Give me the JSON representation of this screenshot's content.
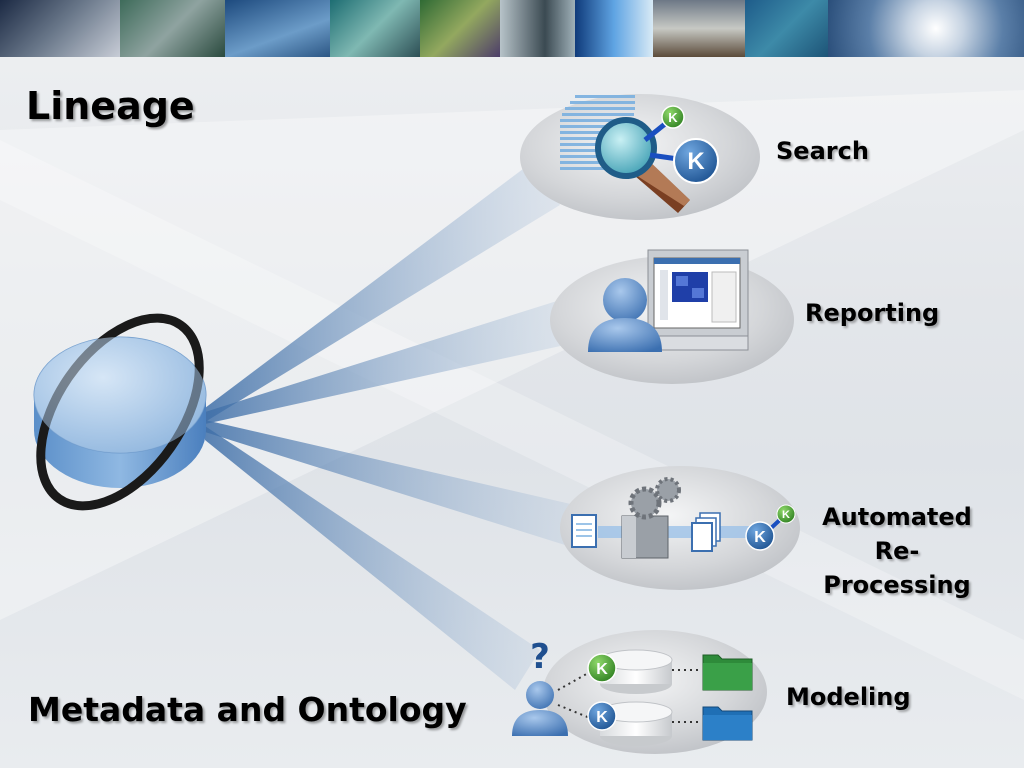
{
  "slide": {
    "title": "Lineage",
    "subtitle": "Metadata and Ontology"
  },
  "capabilities": [
    {
      "label_lines": [
        "Search"
      ]
    },
    {
      "label_lines": [
        "Reporting"
      ]
    },
    {
      "label_lines": [
        "Automated",
        "Re-Processing"
      ]
    },
    {
      "label_lines": [
        "Modeling"
      ]
    }
  ],
  "icons": {
    "hub": "database-ring-icon",
    "search": "magnifier-search-icon",
    "reporting": "user-computer-icon",
    "reprocessing": "gear-document-pipeline-icon",
    "modeling": "user-question-model-icon"
  },
  "badge_letter": "K",
  "question_mark": "?",
  "colors": {
    "accent_blue": "#2f6fb3",
    "badge_green": "#3a9a2a",
    "folder_green": "#2e8b3a",
    "folder_blue": "#1f6fb5",
    "oval_gray": "#c9ccd1"
  }
}
